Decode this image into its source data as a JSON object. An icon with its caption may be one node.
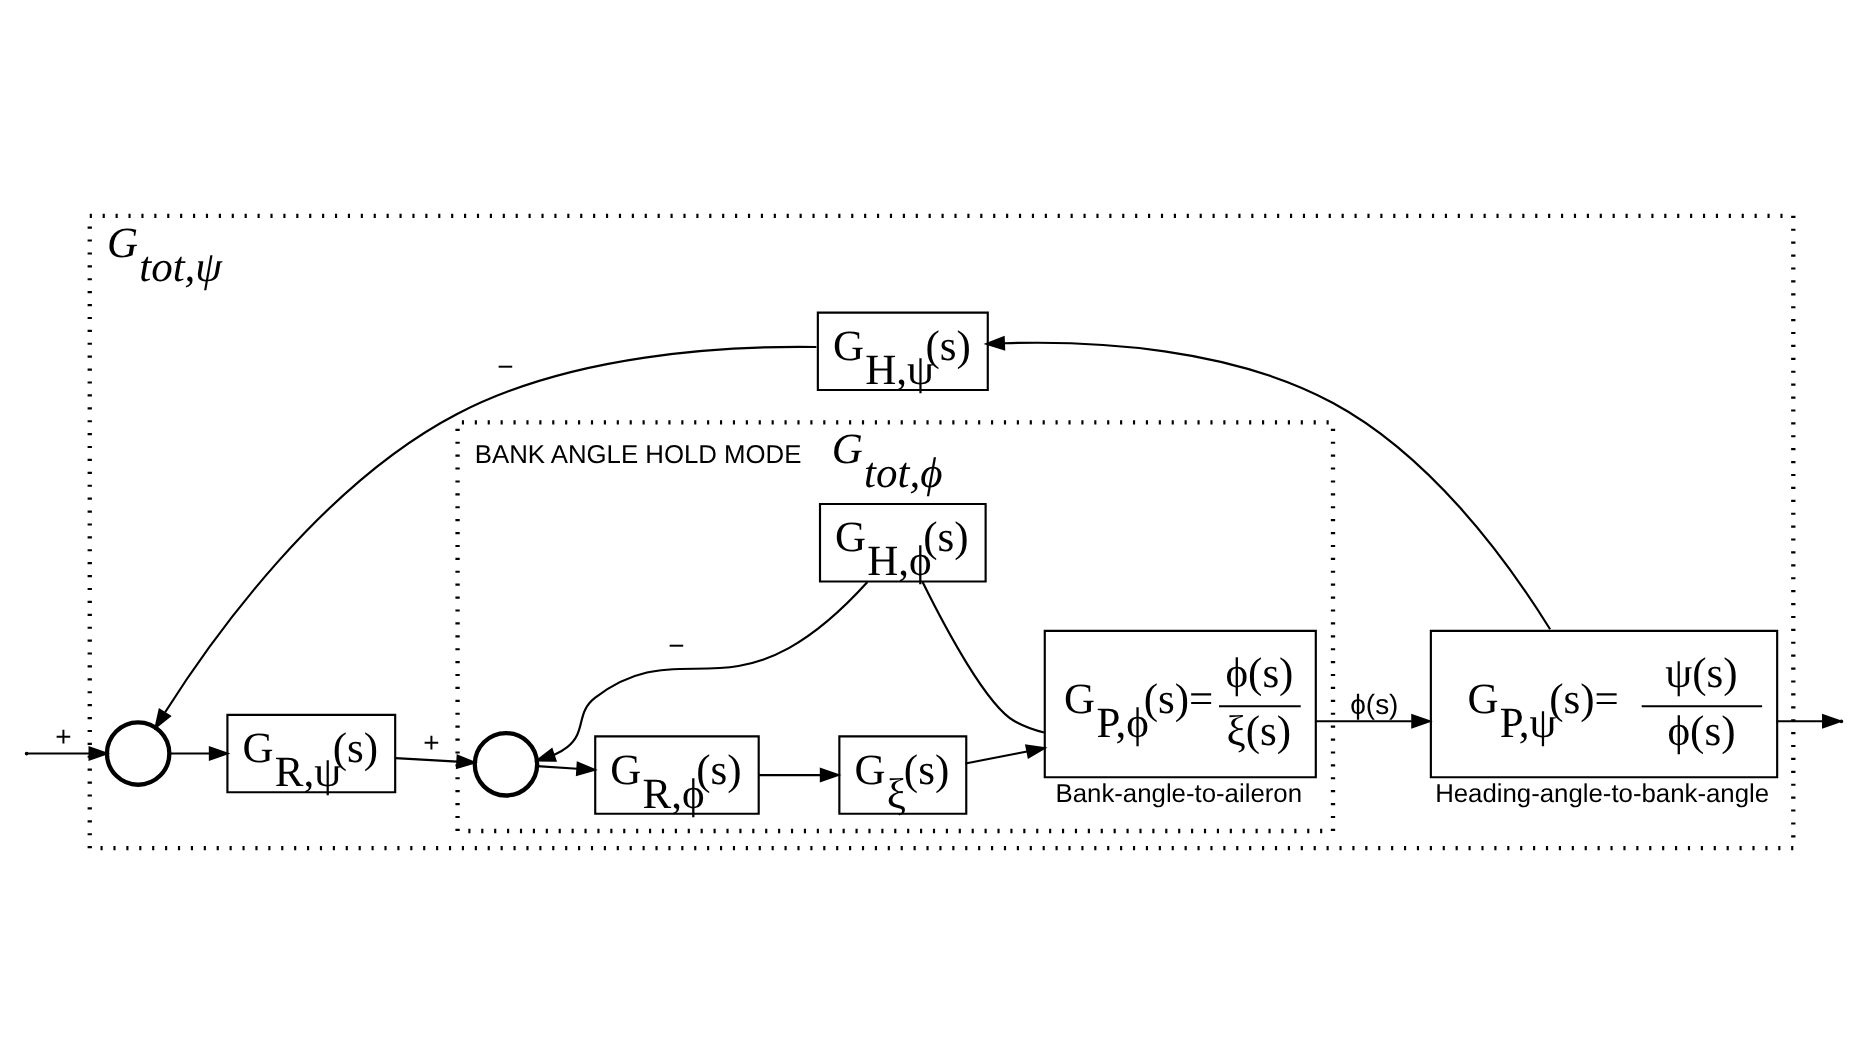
{
  "diagram": {
    "nodes": [
      {
        "text": [
          "G$_{tot,ψ}$"
        ]
      },
      {
        "text": [
          "BANK ANGLE HOLD MODE",
          "G$_{tot,ϕ}$"
        ],
        "in": 0
      },
      {
        "text": [],
        "shape": "circle",
        "in": 0
      },
      {
        "text": [
          "G$_{R,ψ}$(s)"
        ],
        "in": 0
      },
      {
        "text": [],
        "shape": "circle",
        "in": 1
      },
      {
        "text": [
          "G$_{R,ϕ}$(s)"
        ],
        "in": 1
      },
      {
        "text": [
          "G$_{ξ}$(s)"
        ],
        "in": 1
      },
      {
        "text": [
          "G$_{P,ϕ}$(s)=",
          "ϕ(s)",
          "ξ(s)"
        ],
        "beside": [
          "Bank-angle-to-aileron"
        ],
        "in": 1
      },
      {
        "text": [
          "G$_{H,ϕ}$(s)"
        ],
        "in": 1
      },
      {
        "text": [
          "G$_{P,ψ}$(s)=",
          "ψ(s)",
          "ϕ(s)"
        ],
        "beside": [
          "Heading-angle-to-bank-angle"
        ],
        "in": 0
      },
      {
        "text": [
          "G$_{H,ψ}$(s)"
        ],
        "in": 0
      }
    ],
    "edges": [
      {
        "from": null,
        "to": 2,
        "arrow": "to",
        "label": "+"
      },
      {
        "from": 2,
        "to": 3,
        "arrow": "to"
      },
      {
        "from": 3,
        "to": 4,
        "arrow": "to",
        "label": "+"
      },
      {
        "from": 4,
        "to": 5,
        "arrow": "to"
      },
      {
        "from": 5,
        "to": 6,
        "arrow": "to"
      },
      {
        "from": 6,
        "to": 7,
        "arrow": "to"
      },
      {
        "from": 7,
        "to": 9,
        "arrow": "to",
        "label": "ϕ(s)"
      },
      {
        "from": 7,
        "to": 8,
        "arrow": "none"
      },
      {
        "from": 8,
        "to": 4,
        "arrow": "to",
        "label": "−"
      },
      {
        "from": 9,
        "to": null,
        "arrow": "to"
      },
      {
        "from": 9,
        "to": 10,
        "arrow": "to"
      },
      {
        "from": 10,
        "to": 2,
        "arrow": "to",
        "label": "−"
      }
    ]
  }
}
